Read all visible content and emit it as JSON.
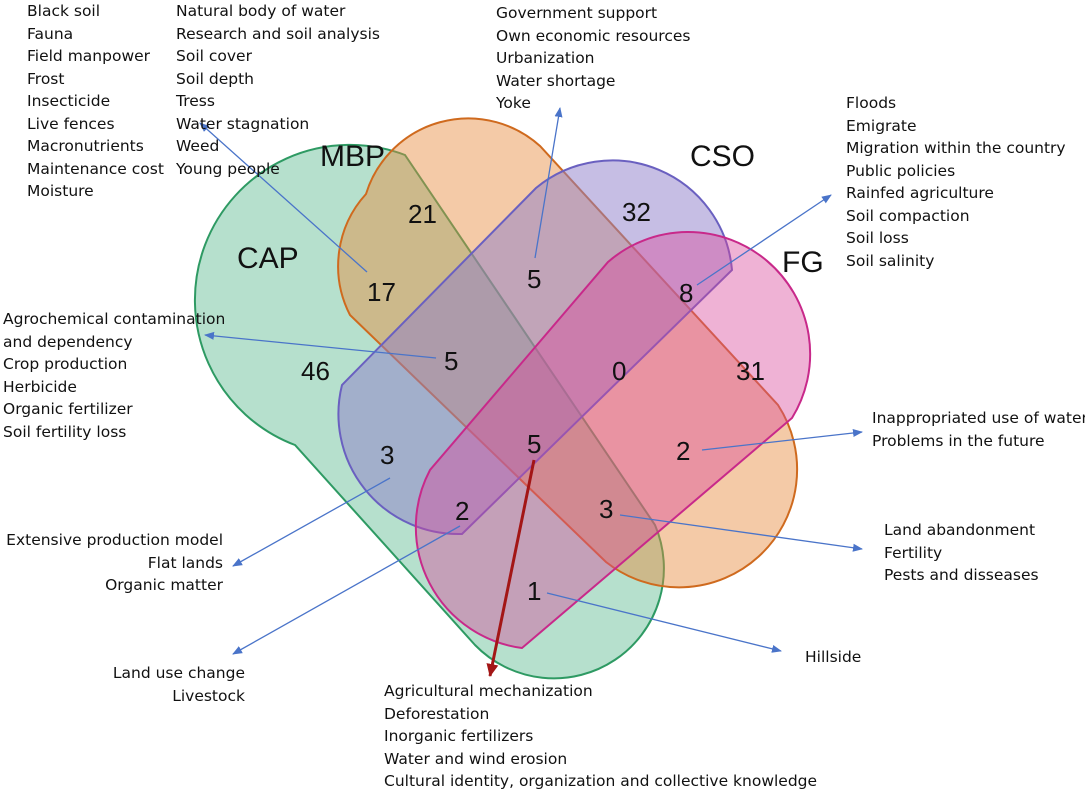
{
  "sets": {
    "cap": "CAP",
    "mbp": "MBP",
    "cso": "CSO",
    "fg": "FG"
  },
  "counts": {
    "cap_only": "46",
    "mbp_only": "21",
    "cso_only": "32",
    "fg_only": "31",
    "cap_mbp": "17",
    "mbp_cso": "5",
    "cso_fg": "8",
    "cap_mbp_cso": "5",
    "mbp_cso_fg": "0",
    "cap_cso": "3",
    "all": "5",
    "mbp_fg": "2",
    "cap_cso_fg": "2",
    "cap_mbp_fg": "3",
    "cap_fg": "1"
  },
  "colors": {
    "cap": "#34a874",
    "mbp": "#e68a3c",
    "cso": "#8e7ec9",
    "fg": "#d8479c",
    "arrow": "#4a74c9",
    "arrow_highlight": "#a31616"
  },
  "annotations": {
    "cap_mbp_left": [
      "Black soil",
      "Fauna",
      "Field manpower",
      "Frost",
      "Insecticide",
      "Live fences",
      "Macronutrients",
      "Maintenance cost",
      "Moisture"
    ],
    "cap_mbp_right": [
      "Natural body of water",
      "Research and soil analysis",
      "Soil cover",
      "Soil depth",
      "Tress",
      "Water stagnation",
      "Weed",
      "Young people"
    ],
    "mbp_cso": [
      "Government support",
      "Own economic resources",
      "Urbanization",
      "Water shortage",
      "Yoke"
    ],
    "cso_fg": [
      "Floods",
      "Emigrate",
      "Migration within the country",
      "Public policies",
      "Rainfed agriculture",
      "Soil compaction",
      "Soil loss",
      "Soil salinity"
    ],
    "cap_mbp_cso": [
      "Agrochemical contamination",
      "and dependency",
      "Crop production",
      "Herbicide",
      "Organic fertilizer",
      "Soil fertility loss"
    ],
    "mbp_fg": [
      "Inappropriated use of water",
      "Problems in the future"
    ],
    "cap_cso": [
      "Extensive production model",
      "Flat lands",
      "Organic matter"
    ],
    "cap_mbp_fg": [
      "Land abandonment",
      "Fertility",
      "Pests and disseases"
    ],
    "cap_cso_fg": [
      "Land use change",
      "Livestock"
    ],
    "cap_fg": [
      "Hillside"
    ],
    "all_four": [
      "Agricultural mechanization",
      "Deforestation",
      "Inorganic fertilizers",
      "Water and wind erosion",
      "Cultural identity, organization and collective knowledge"
    ]
  }
}
